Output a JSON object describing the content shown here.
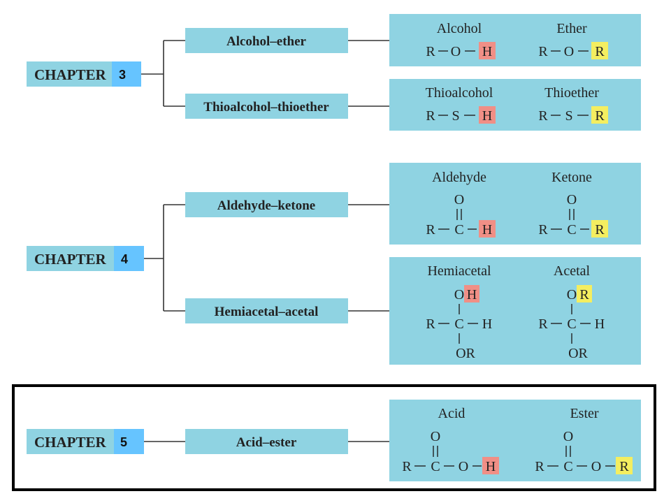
{
  "colors": {
    "box": "#8fd3e2",
    "badge": "#66c4ff",
    "hydrogen_highlight": "#f08f86",
    "r_highlight": "#f4ee60",
    "frame": "#000000"
  },
  "chapters": [
    {
      "prefix": "CHAPTER",
      "number": "3"
    },
    {
      "prefix": "CHAPTER",
      "number": "4"
    },
    {
      "prefix": "CHAPTER",
      "number": "5"
    }
  ],
  "middle": [
    "Alcohol–ether",
    "Thioalcohol–thioether",
    "Aldehyde–ketone",
    "Hemiacetal–acetal",
    "Acid–ester"
  ],
  "pairs": [
    {
      "left": "Alcohol",
      "right": "Ether"
    },
    {
      "left": "Thioalcohol",
      "right": "Thioether"
    },
    {
      "left": "Aldehyde",
      "right": "Ketone"
    },
    {
      "left": "Hemiacetal",
      "right": "Acetal"
    },
    {
      "left": "Acid",
      "right": "Ester"
    }
  ],
  "atoms": {
    "R": "R",
    "O": "O",
    "S": "S",
    "H": "H",
    "C": "C",
    "OR": "OR"
  }
}
